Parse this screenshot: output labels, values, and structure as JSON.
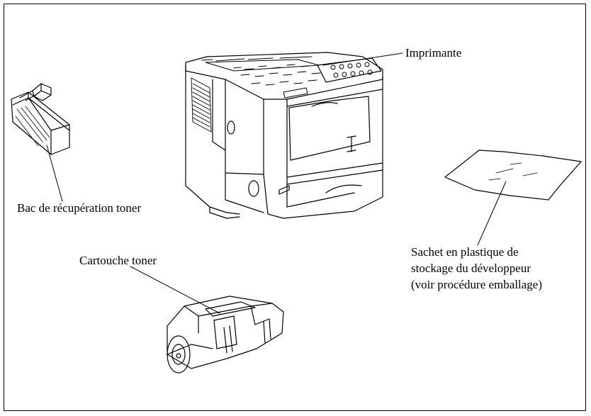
{
  "labels": {
    "printer": "Imprimante",
    "waste_toner_box": "Bac de récupération toner",
    "toner_cartridge": "Cartouche toner",
    "bag_line1": "Sachet en plastique de",
    "bag_line2": "stockage du développeur",
    "bag_line3": "(voir procédure emballage)"
  }
}
